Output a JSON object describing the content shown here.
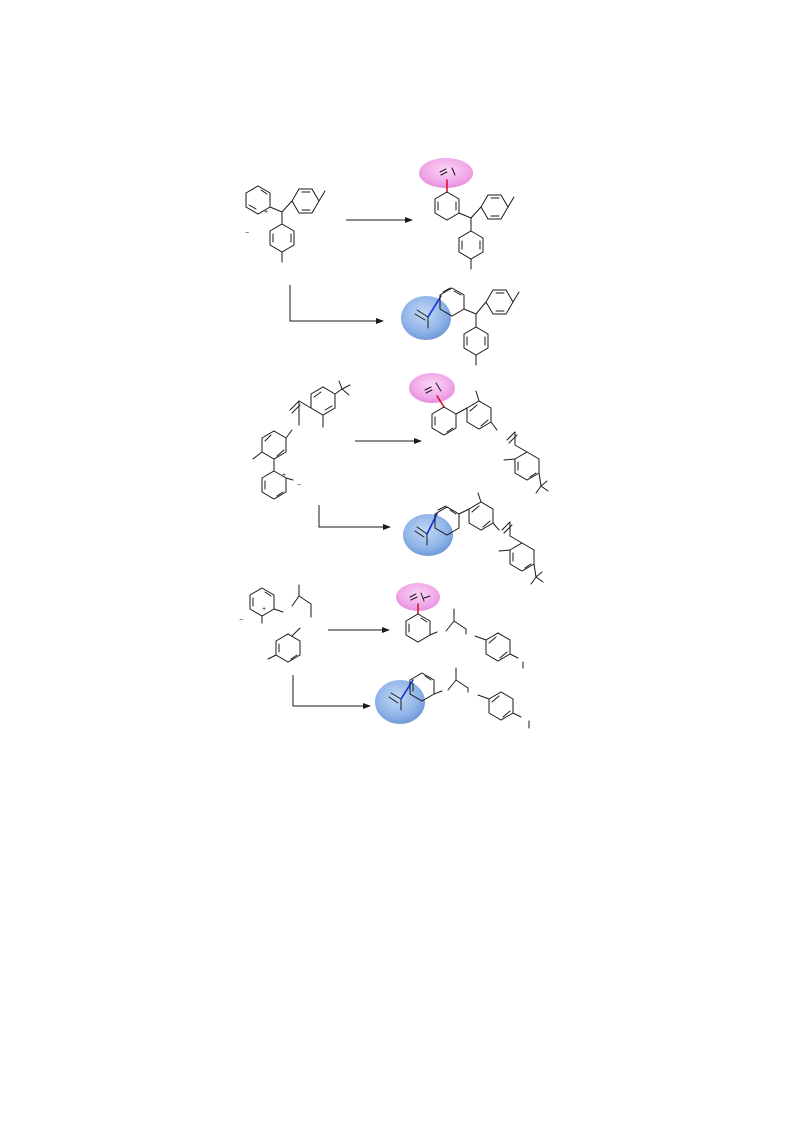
{
  "charges": {
    "plus": "+",
    "minus": "−"
  },
  "highlights": {
    "para_color": "#f0a8e8",
    "ortho_color": "#8fb4e8",
    "para_bond_color": "#e0102a",
    "ortho_bond_color": "#1030d8"
  },
  "schemes": [
    {
      "id": "scheme-1",
      "outcomes": [
        "para",
        "ortho"
      ]
    },
    {
      "id": "scheme-2",
      "outcomes": [
        "para",
        "ortho"
      ]
    },
    {
      "id": "scheme-3",
      "outcomes": [
        "para",
        "ortho"
      ]
    }
  ]
}
